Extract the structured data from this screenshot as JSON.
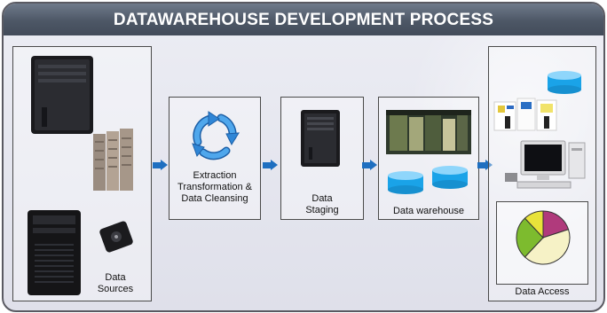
{
  "title": "DATAWAREHOUSE DEVELOPMENT PROCESS",
  "stages": {
    "sources": "Data\nSources",
    "extraction": "Extraction\nTransformation &\nData Cleansing",
    "staging": "Data\nStaging",
    "warehouse": "Data warehouse",
    "access": "Data Access"
  },
  "colors": {
    "banner": "#4d5766",
    "arrow": "#1e6fc0",
    "recycle": "#2f86d6",
    "cylinder": "#1aa3e8",
    "pie_purple": "#b03a7c",
    "pie_cream": "#f6f2c6",
    "pie_green": "#7dbb2e",
    "pie_yellow": "#e8e23a"
  },
  "icons": [
    "server-tower-icon",
    "server-rack-icon",
    "pc-tower-icon",
    "disk-drive-icon",
    "recycle-icon",
    "staging-server-icon",
    "warehouse-photo-icon",
    "database-cylinder-icon",
    "documents-icon",
    "desktop-computer-icon",
    "pie-chart-icon",
    "flow-arrow-icon"
  ]
}
